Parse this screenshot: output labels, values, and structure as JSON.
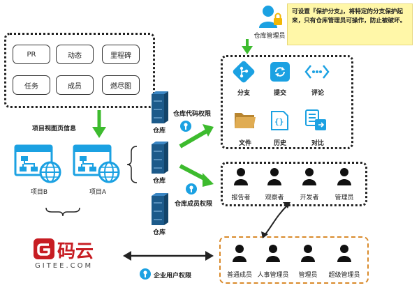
{
  "note": {
    "text": "可设置『保护分支』，将特定的分支保护起来，只有仓库管理员可操作，防止被破坏。"
  },
  "admin_label": "仓库管理员",
  "view_items": [
    "PR",
    "动态",
    "里程碑",
    "任务",
    "成员",
    "燃尽图"
  ],
  "project_view_label": "项目视图页信息",
  "projects": [
    "项目B",
    "项目A"
  ],
  "repo_labels": [
    "仓库",
    "仓库",
    "仓库"
  ],
  "repo_code_permission": "仓库代码权限",
  "repo_member_permission": "仓库成员权限",
  "code_items": [
    "分支",
    "提交",
    "评论",
    "文件",
    "历史",
    "对比"
  ],
  "repo_roles": [
    "报告者",
    "观察者",
    "开发者",
    "管理员"
  ],
  "enterprise_roles": [
    "普通成员",
    "人事管理员",
    "管理员",
    "超级管理员"
  ],
  "enterprise_permission": "企业用户权限",
  "brand": {
    "name": "码云",
    "sub": "GITEE.COM",
    "color": "#c71d23"
  },
  "colors": {
    "arrow_green": "#3dbb2e",
    "blue": "#1ba1e2",
    "dark_blue": "#1c5a8a",
    "orange_dash": "#d98a2b"
  }
}
